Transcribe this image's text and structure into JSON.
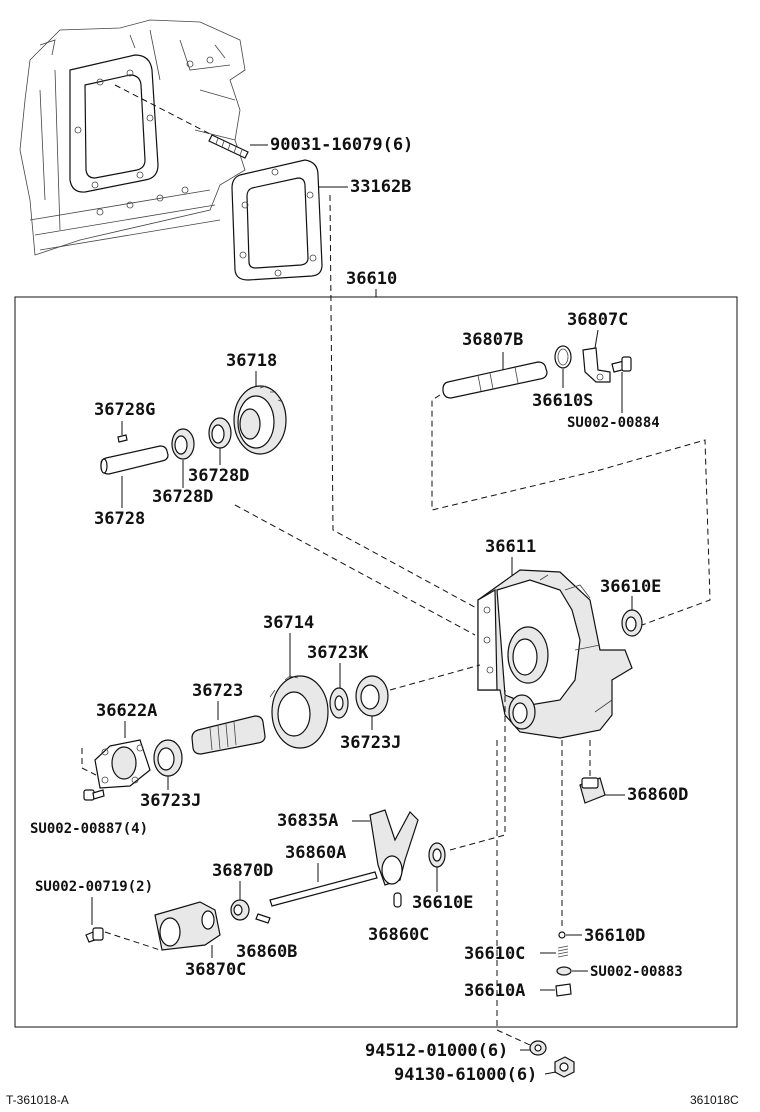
{
  "labels": {
    "stud": "90031-16079(6)",
    "gasket": "33162B",
    "assy": "36610",
    "shaft_36807b": "36807B",
    "plate_36807c": "36807C",
    "oring_36610s": "36610S",
    "bolt_su00884": "SU002-00884",
    "gear_36718": "36718",
    "key_36728g": "36728G",
    "bearing_36728d_a": "36728D",
    "bearing_36728d_b": "36728D",
    "shaft_36728": "36728",
    "case_36611": "36611",
    "seal_36610e_top": "36610E",
    "gear_36714": "36714",
    "washer_36723k": "36723K",
    "shaft_36723": "36723",
    "cover_36622a": "36622A",
    "bearing_36723j_a": "36723J",
    "bearing_36723j_b": "36723J",
    "bolt_su00887": "SU002-00887(4)",
    "plug_36860d": "36860D",
    "fork_36835a": "36835A",
    "rod_36860a": "36860A",
    "bolt_su00719": "SU002-00719(2)",
    "pin_36870d": "36870D",
    "seal_36610e_bottom": "36610E",
    "pin_36860c": "36860C",
    "pin_36860b": "36860B",
    "housing_36870c": "36870C",
    "ball_36610d": "36610D",
    "spring_36610c": "36610C",
    "gasket_su00883": "SU002-00883",
    "plug_36610a": "36610A",
    "washer_94512": "94512-01000(6)",
    "nut_94130": "94130-61000(6)"
  },
  "footer": {
    "left_code": "T-361018-A",
    "right_code": "361018C"
  }
}
